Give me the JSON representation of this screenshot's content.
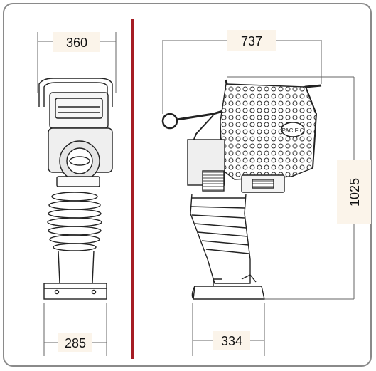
{
  "dimensions": {
    "front_width_top": "360",
    "front_width_base": "285",
    "side_length_top": "737",
    "side_height": "1025",
    "side_base_length": "334"
  },
  "divider_color": "#a51c24",
  "label_bg": "#fbf4ea",
  "brand_badge": "PACIFIC"
}
